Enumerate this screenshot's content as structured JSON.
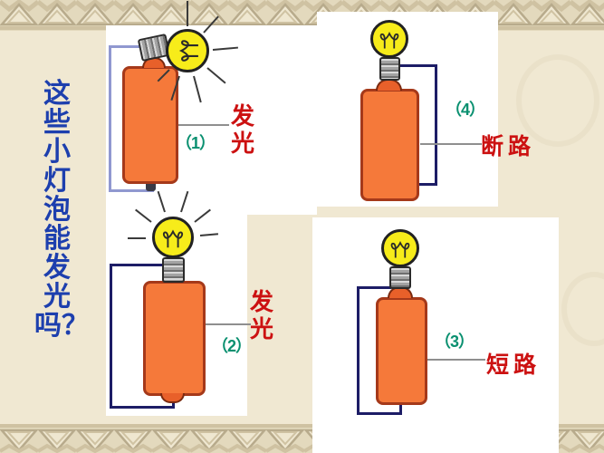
{
  "slide": {
    "question": "这些小灯泡能发光吗？"
  },
  "diagrams": [
    {
      "number": "（1）",
      "result": "发光",
      "lit": true
    },
    {
      "number": "（2）",
      "result": "发光",
      "lit": true
    },
    {
      "number": "（3）",
      "result": "短路",
      "lit": false
    },
    {
      "number": "（4）",
      "result": "断路",
      "lit": false
    }
  ],
  "colors": {
    "background": "#f0e8d2",
    "border_pattern": "#c9bc9e",
    "panel": "#ffffff",
    "battery_fill": "#f5793a",
    "battery_outline": "#a5391a",
    "terminal_fill": "#e8602a",
    "bulb_yellow": "#f7ec1a",
    "wire_light_purple": "#9098d0",
    "wire_dark_navy": "#1d1d66",
    "label_teal": "#0a9070",
    "result_red": "#cc1111",
    "question_blue": "#1d3fae"
  }
}
